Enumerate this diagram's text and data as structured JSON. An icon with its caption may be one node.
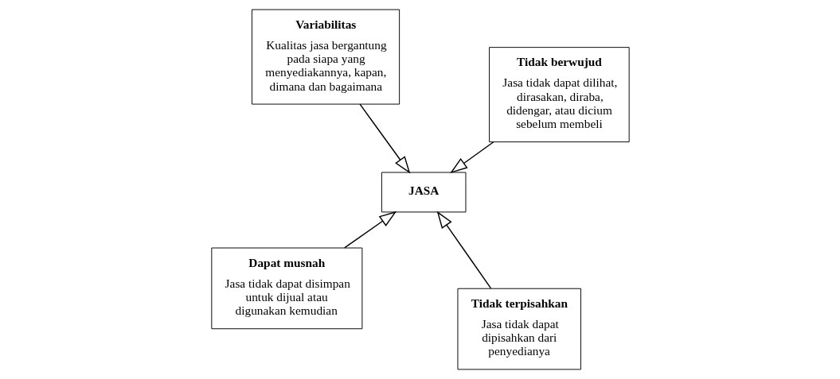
{
  "diagram": {
    "nodes": [
      {
        "text": [
          "Tidak berwujud",
          "Jasa tidak dapat dilihat, dirasakan, diraba, didengar, atau dicium sebelum membeli"
        ]
      },
      {
        "text": [
          "Tidak terpisahkan",
          "Jasa tidak dapat dipisahkan dari penyedianya"
        ]
      },
      {
        "text": [
          "JASA"
        ]
      },
      {
        "text": [
          "Variabilitas",
          "Kualitas jasa bergantung pada siapa yang menyediakannya, kapan, dimana dan bagaimana"
        ]
      },
      {
        "text": [
          "Dapat musnah",
          "Jasa tidak dapat disimpan untuk dijual atau digunakan kemudian"
        ]
      }
    ],
    "edges": [
      {
        "from": 0,
        "to": 2,
        "arrow": "to"
      },
      {
        "from": 1,
        "to": 2,
        "arrow": "to"
      },
      {
        "from": 3,
        "to": 2,
        "arrow": "to"
      },
      {
        "from": 4,
        "to": 2,
        "arrow": "to"
      }
    ]
  }
}
